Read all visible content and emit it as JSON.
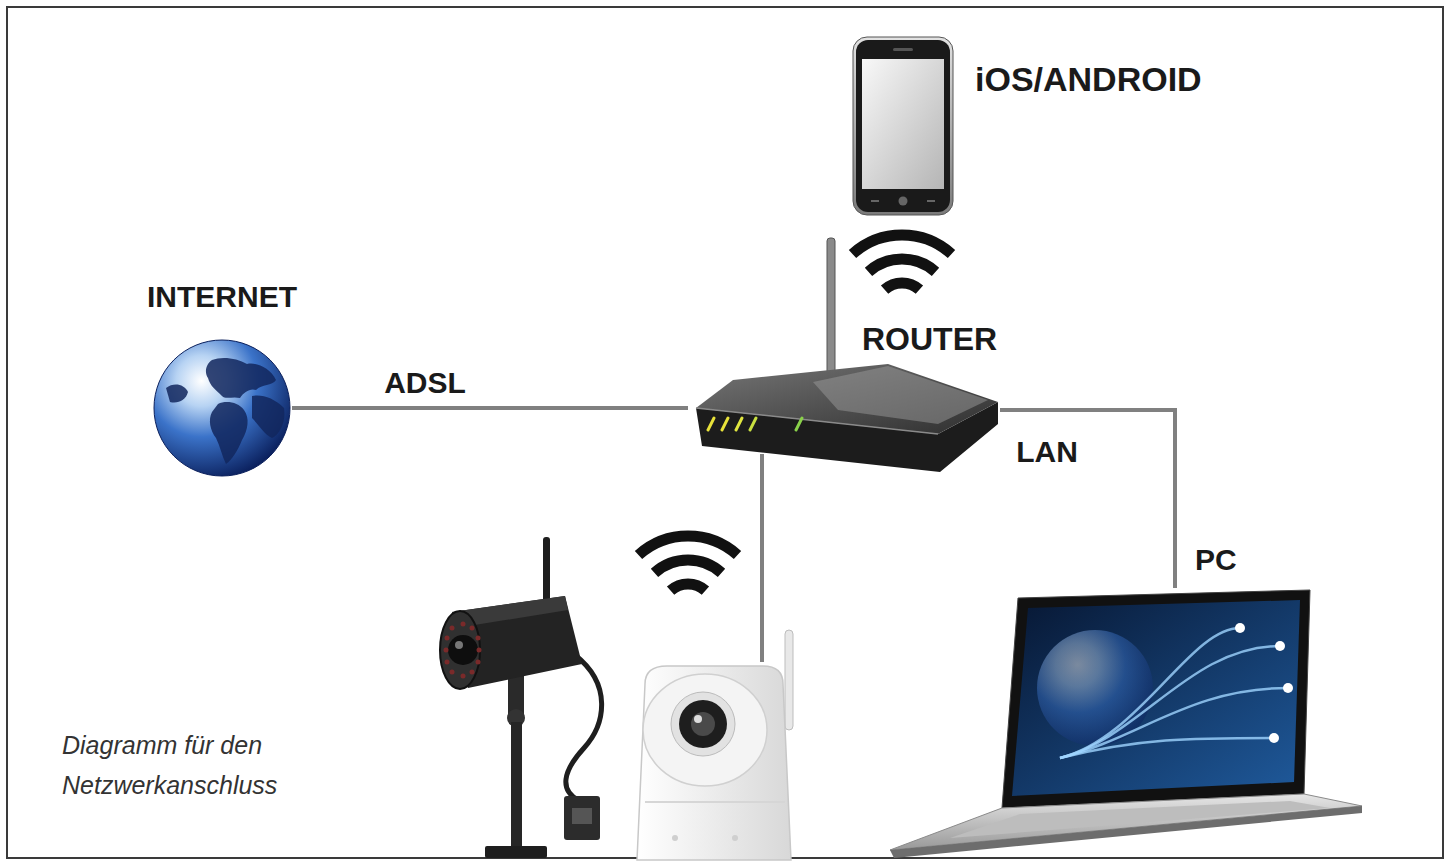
{
  "diagram": {
    "caption": "Diagramm für den Netzwerkanschluss",
    "nodes": [
      {
        "text": [
          "iOS/ANDROID"
        ]
      },
      {
        "text": [
          "INTERNET"
        ]
      },
      {
        "text": [
          "ROUTER"
        ]
      },
      {
        "text": [
          "PC"
        ]
      },
      {
        "text": []
      }
    ],
    "edges": [
      {
        "from": 1,
        "to": 2,
        "arrow": "none",
        "label": "ADSL"
      },
      {
        "from": 2,
        "to": 3,
        "arrow": "none",
        "label": "LAN"
      },
      {
        "from": 2,
        "to": 4,
        "arrow": "none"
      }
    ]
  }
}
